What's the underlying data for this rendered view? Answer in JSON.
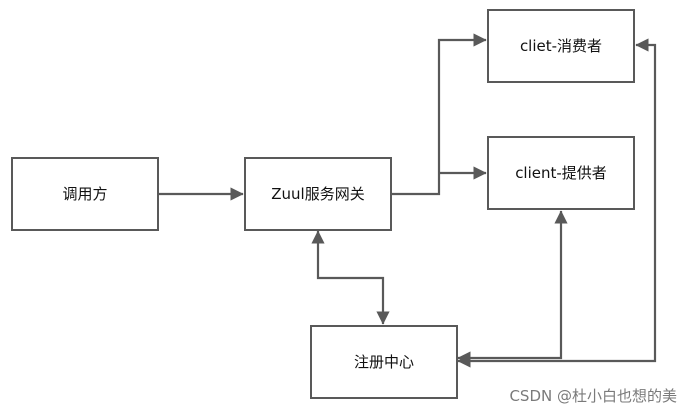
{
  "diagram": {
    "nodes": {
      "caller": {
        "label": "调用方"
      },
      "gateway": {
        "label": "Zuul服务网关"
      },
      "consumer": {
        "label": "cliet-消费者"
      },
      "provider": {
        "label": "client-提供者"
      },
      "registry": {
        "label": "注册中心"
      }
    }
  },
  "watermark": {
    "text": "CSDN @杜小白也想的美"
  },
  "colors": {
    "stroke": "#595959",
    "text": "#111111",
    "watermark": "#7a7a7a"
  }
}
